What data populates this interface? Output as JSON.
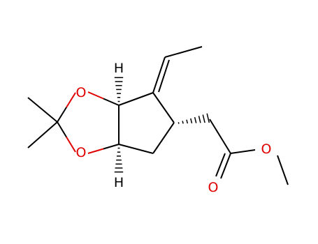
{
  "colors": {
    "carbon": "#000000",
    "oxygen": "#e00000",
    "background": "#ffffff"
  },
  "atom_labels": {
    "oxygen_ring_top": "O",
    "oxygen_ring_bottom": "O",
    "oxygen_carbonyl": "O",
    "oxygen_ester": "O",
    "hydrogen_top": "H",
    "hydrogen_bottom": "H"
  }
}
